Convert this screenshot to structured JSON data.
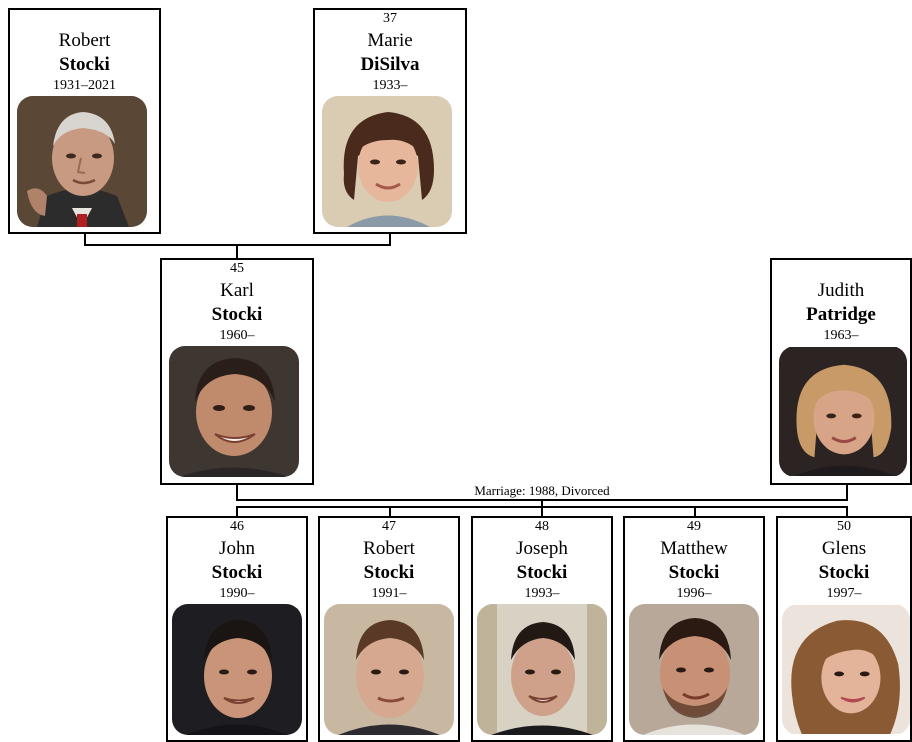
{
  "people": {
    "robert_sr": {
      "number": "",
      "given": "Robert",
      "surname": "Stocki",
      "years": "1931–2021",
      "photo": "portrait-elderly-man"
    },
    "marie": {
      "number": "37",
      "given": "Marie",
      "surname": "DiSilva",
      "years": "1933–",
      "photo": "portrait-vintage-young-woman"
    },
    "karl": {
      "number": "45",
      "given": "Karl",
      "surname": "Stocki",
      "years": "1960–",
      "photo": "portrait-man"
    },
    "judith": {
      "number": "",
      "given": "Judith",
      "surname": "Patridge",
      "years": "1963–",
      "photo": "portrait-older-woman"
    },
    "john": {
      "number": "46",
      "given": "John",
      "surname": "Stocki",
      "years": "1990–",
      "photo": "portrait-young-man"
    },
    "robert_jr": {
      "number": "47",
      "given": "Robert",
      "surname": "Stocki",
      "years": "1991–",
      "photo": "portrait-young-man"
    },
    "joseph": {
      "number": "48",
      "given": "Joseph",
      "surname": "Stocki",
      "years": "1993–",
      "photo": "portrait-young-man"
    },
    "matthew": {
      "number": "49",
      "given": "Matthew",
      "surname": "Stocki",
      "years": "1996–",
      "photo": "portrait-young-man"
    },
    "glens": {
      "number": "50",
      "given": "Glens",
      "surname": "Stocki",
      "years": "1997–",
      "photo": "portrait-young-woman"
    }
  },
  "marriage_label": "Marriage: 1988, Divorced"
}
